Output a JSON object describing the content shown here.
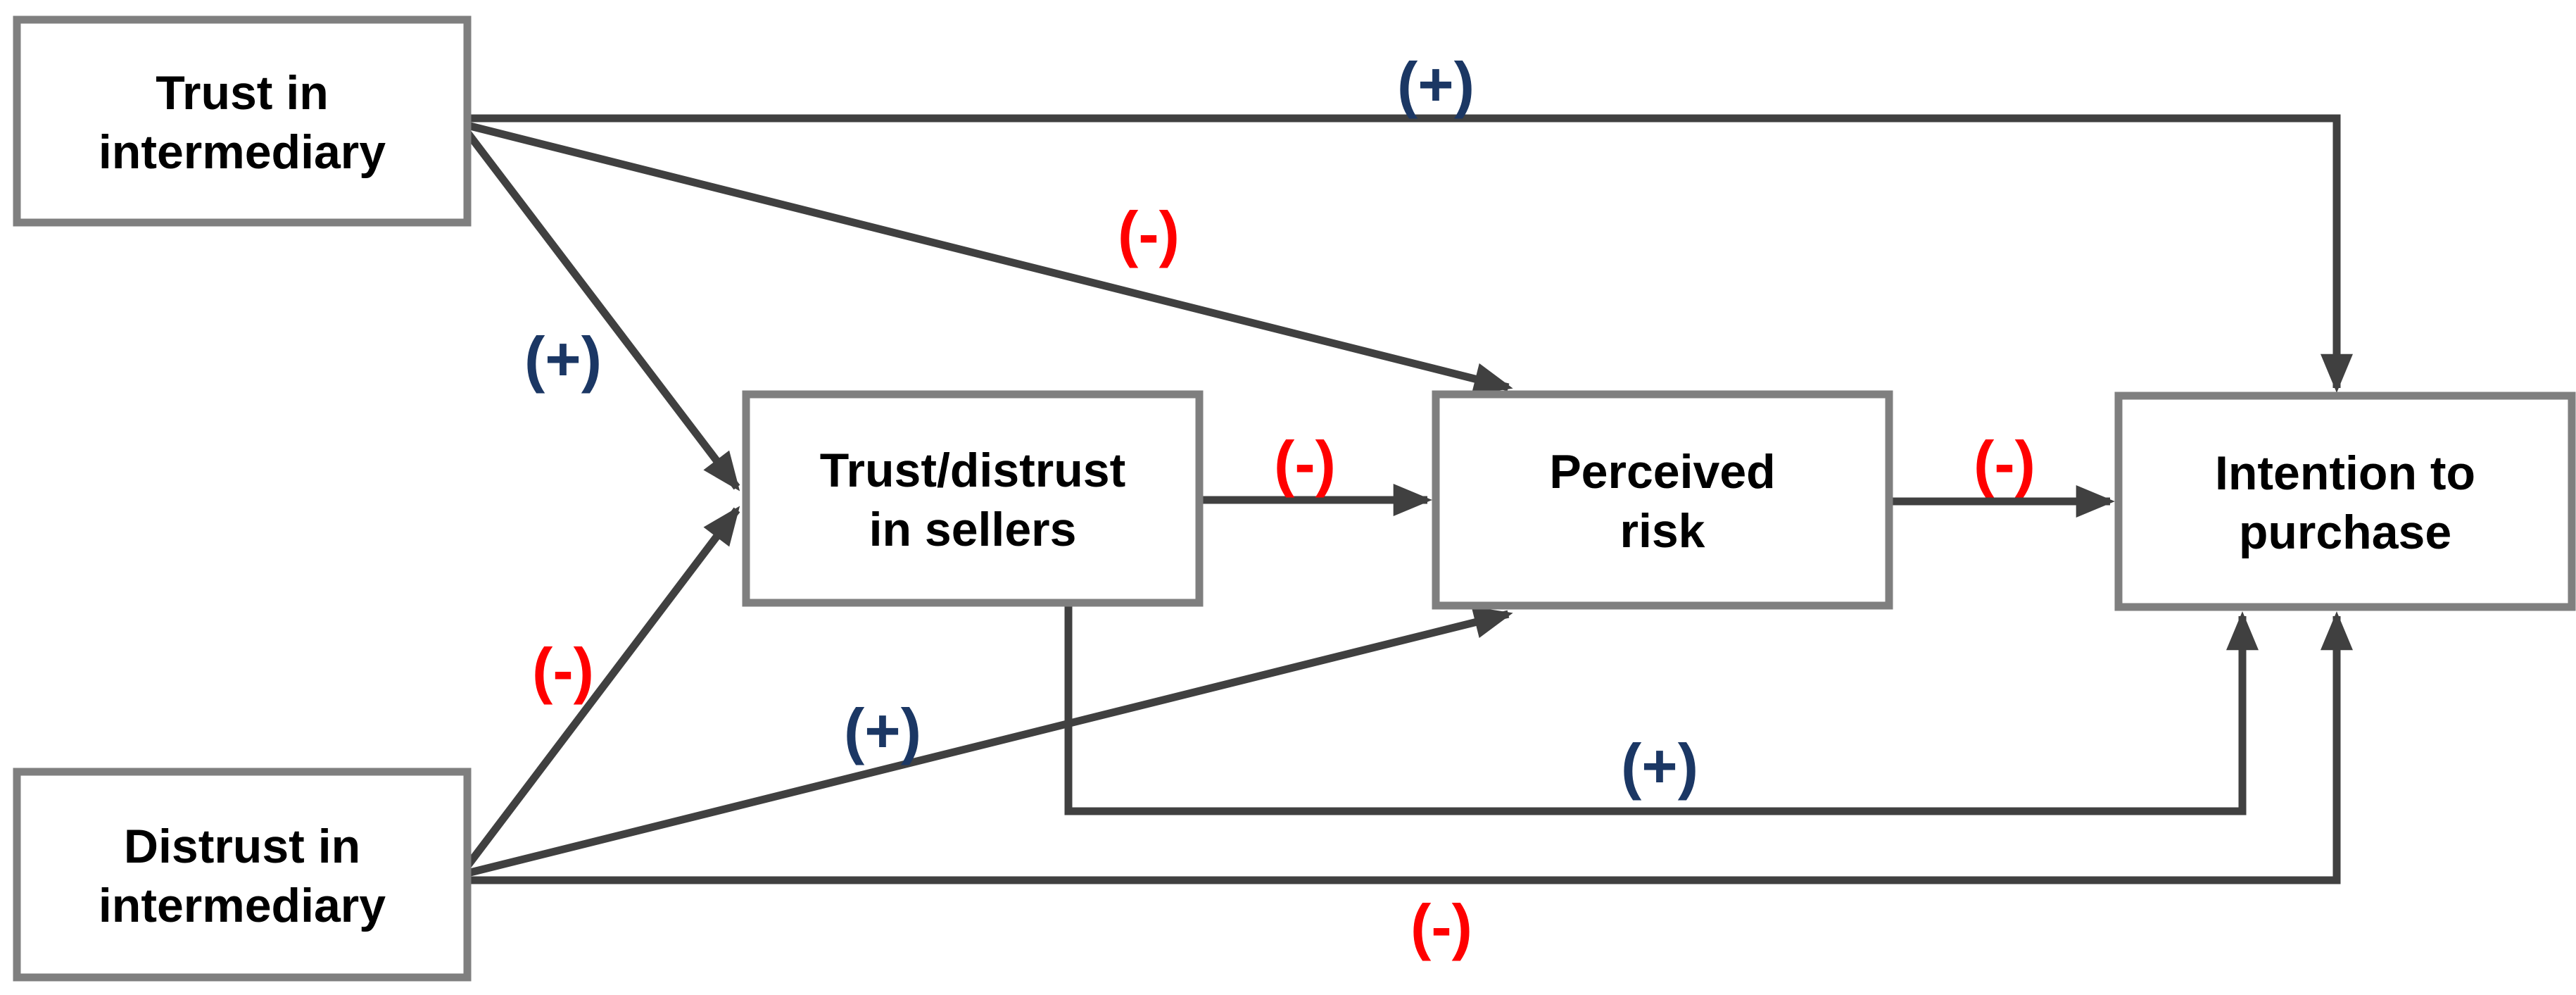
{
  "diagram": {
    "background": "#FFFFFF",
    "nodes": [
      {
        "id": "trust-intermediary",
        "line1": "Trust in",
        "line2": "intermediary"
      },
      {
        "id": "distrust-intermediary",
        "line1": "Distrust in",
        "line2": "intermediary"
      },
      {
        "id": "trust-distrust-sellers",
        "line1": "Trust/distrust",
        "line2": "in sellers"
      },
      {
        "id": "perceived-risk",
        "line1": "Perceived",
        "line2": "risk"
      },
      {
        "id": "intention-purchase",
        "line1": "Intention to",
        "line2": "purchase"
      }
    ],
    "edges": [
      {
        "from": "trust-intermediary",
        "to": "intention-purchase",
        "sign": "(+)",
        "polarity": "positive",
        "color": "#1B3764"
      },
      {
        "from": "trust-intermediary",
        "to": "perceived-risk",
        "sign": "(-)",
        "polarity": "negative",
        "color": "#FF0000"
      },
      {
        "from": "trust-intermediary",
        "to": "trust-distrust-sellers",
        "sign": "(+)",
        "polarity": "positive",
        "color": "#1B3764"
      },
      {
        "from": "distrust-intermediary",
        "to": "trust-distrust-sellers",
        "sign": "(-)",
        "polarity": "negative",
        "color": "#FF0000"
      },
      {
        "from": "distrust-intermediary",
        "to": "perceived-risk",
        "sign": "(+)",
        "polarity": "positive",
        "color": "#1B3764"
      },
      {
        "from": "distrust-intermediary",
        "to": "intention-purchase",
        "sign": "(-)",
        "polarity": "negative",
        "color": "#FF0000"
      },
      {
        "from": "trust-distrust-sellers",
        "to": "perceived-risk",
        "sign": "(-)",
        "polarity": "negative",
        "color": "#FF0000"
      },
      {
        "from": "trust-distrust-sellers",
        "to": "intention-purchase",
        "sign": "(+)",
        "polarity": "positive",
        "color": "#1B3764"
      },
      {
        "from": "perceived-risk",
        "to": "intention-purchase",
        "sign": "(-)",
        "polarity": "negative",
        "color": "#FF0000"
      }
    ],
    "colors": {
      "positive_sign": "#1B3764",
      "negative_sign": "#FF0000",
      "arrow_line": "#404040",
      "box_border": "#7F7F7F",
      "box_fill": "#FFFFFF",
      "box_text": "#000000"
    }
  }
}
